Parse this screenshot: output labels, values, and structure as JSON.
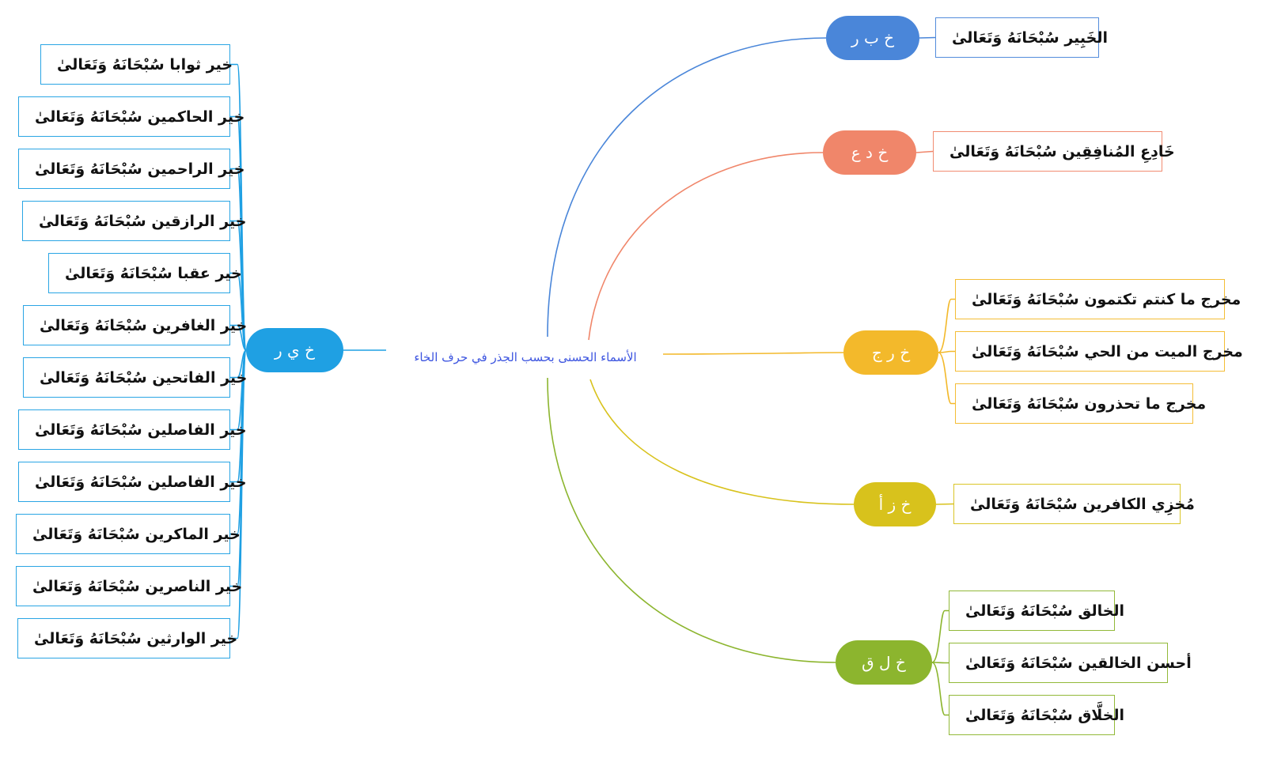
{
  "central_title": "الأسماء الحسنى بحسب الجذر في حرف الخاء",
  "branches": [
    {
      "root": "خ ب ر",
      "color": "#4a86d9",
      "leaves": [
        "الخَبِير سُبْحَانَهُ وَتَعَالىٰ"
      ]
    },
    {
      "root": "خ د ع",
      "color": "#f0866a",
      "leaves": [
        "خَادِعِ المُنافِقِين سُبْحَانَهُ وَتَعَالىٰ"
      ]
    },
    {
      "root": "خ ر ج",
      "color": "#f3b92b",
      "leaves": [
        "مخرج ما كنتم تكتمون سُبْحَانَهُ وَتَعَالىٰ",
        "مخرج الميت من الحي سُبْحَانَهُ وَتَعَالىٰ",
        "مخرج ما تحذرون سُبْحَانَهُ وَتَعَالىٰ"
      ]
    },
    {
      "root": "خ ز أ",
      "color": "#d8c21c",
      "leaves": [
        "مُخزِي الكافرين سُبْحَانَهُ وَتَعَالىٰ"
      ]
    },
    {
      "root": "خ ل ق",
      "color": "#8cb52e",
      "leaves": [
        "الخالق سُبْحَانَهُ وَتَعَالىٰ",
        "أحسن الخالقين سُبْحَانَهُ وَتَعَالىٰ",
        "الخلَّاق سُبْحَانَهُ وَتَعَالىٰ"
      ]
    },
    {
      "root": "خ ي ر",
      "color": "#1fa0e3",
      "leaves": [
        "خير ثوابا سُبْحَانَهُ وَتَعَالىٰ",
        "خير الحاكمين سُبْحَانَهُ وَتَعَالىٰ",
        "خير الراحمين سُبْحَانَهُ وَتَعَالىٰ",
        "خير الرازقين سُبْحَانَهُ وَتَعَالىٰ",
        "خير عقبا سُبْحَانَهُ وَتَعَالىٰ",
        "خير الغافرين سُبْحَانَهُ وَتَعَالىٰ",
        "خير الفاتحين سُبْحَانَهُ وَتَعَالىٰ",
        "خير الفاصلين سُبْحَانَهُ وَتَعَالىٰ",
        "خير الفاصلين سُبْحَانَهُ وَتَعَالىٰ",
        "خير الماكرين سُبْحَانَهُ وَتَعَالىٰ",
        "خير الناصرين سُبْحَانَهُ وَتَعَالىٰ",
        "خير الوارثين سُبْحَانَهُ وَتَعَالىٰ"
      ]
    }
  ]
}
